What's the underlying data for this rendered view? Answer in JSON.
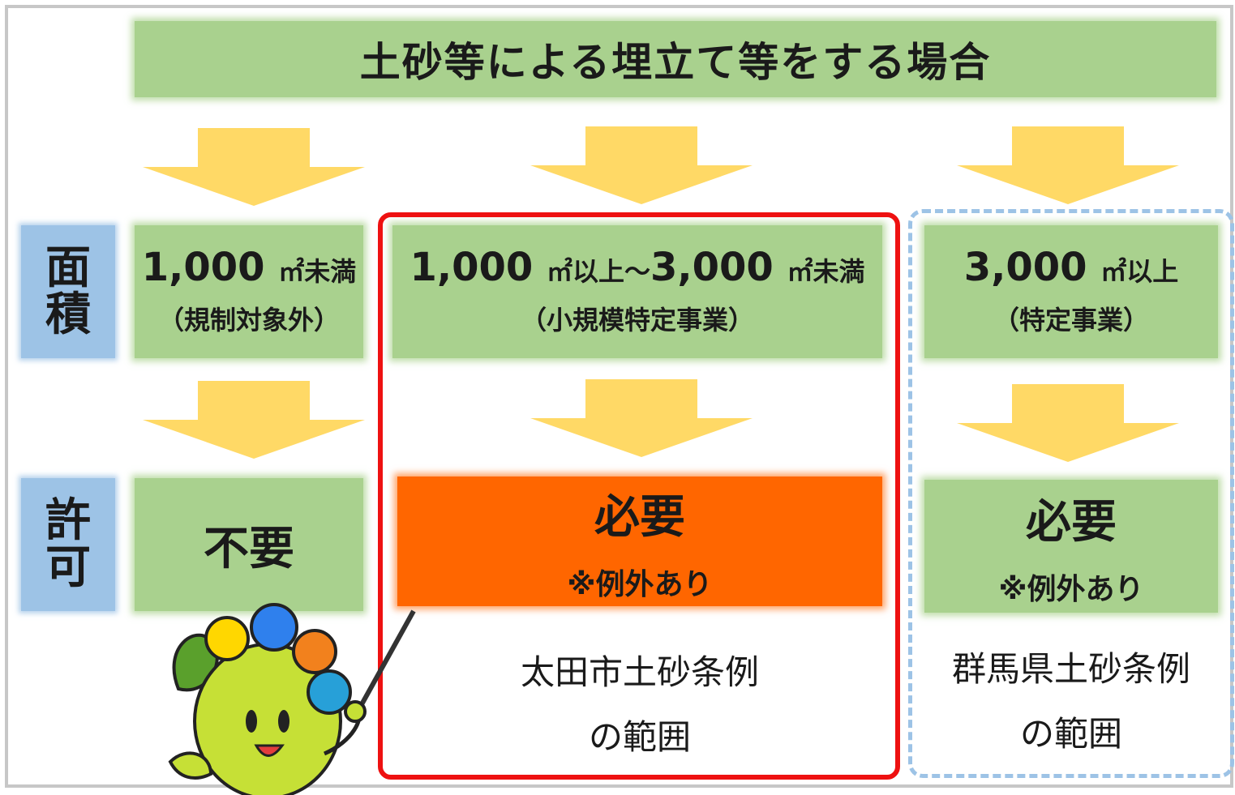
{
  "title": "土砂等による埋立て等をする場合",
  "row_labels": {
    "area": [
      "面",
      "積"
    ],
    "permit": [
      "許",
      "可"
    ]
  },
  "columns": [
    {
      "area_value": "1,000",
      "area_unit": "㎡未満",
      "category": "（規制対象外）",
      "permit": "不要"
    },
    {
      "area_value": "1,000",
      "area_unit_mid": "㎡以上～",
      "area_value2": "3,000",
      "area_unit": "㎡未満",
      "category": "（小規模特定事業）",
      "permit": "必要",
      "permit_note": "※例外あり",
      "scope_line1": "太田市土砂条例",
      "scope_line2": "の範囲"
    },
    {
      "area_value": "3,000",
      "area_unit": "㎡以上",
      "category": "（特定事業）",
      "permit": "必要",
      "permit_note": "※例外あり",
      "scope_line1": "群馬県土砂条例",
      "scope_line2": "の範囲"
    }
  ],
  "colors": {
    "title_bg": "#a9d18e",
    "row_label_bg": "#9dc3e6",
    "arrow": "#ffd966",
    "highlight_permit": "#ff6600",
    "city_scope_border": "#ee1111",
    "prefecture_scope_border": "#9dc3e6"
  },
  "icons": [
    "down-arrow-icon",
    "mascot-character"
  ]
}
